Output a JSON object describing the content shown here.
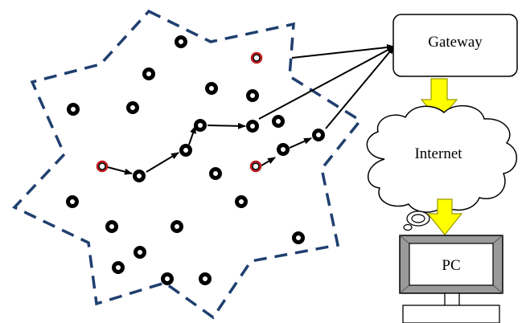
{
  "gateway": {
    "label": "Gateway"
  },
  "internet": {
    "label": "Internet"
  },
  "pc": {
    "label": "PC"
  },
  "colors": {
    "boundary": "#1f3f6f",
    "node_normal": "#000000",
    "node_source": "#c0171c",
    "arrow": "#000000",
    "flow_arrow_fill": "#ffff00",
    "flow_arrow_stroke": "#9a9a00",
    "pc_frame": "#9a9a9a"
  }
}
